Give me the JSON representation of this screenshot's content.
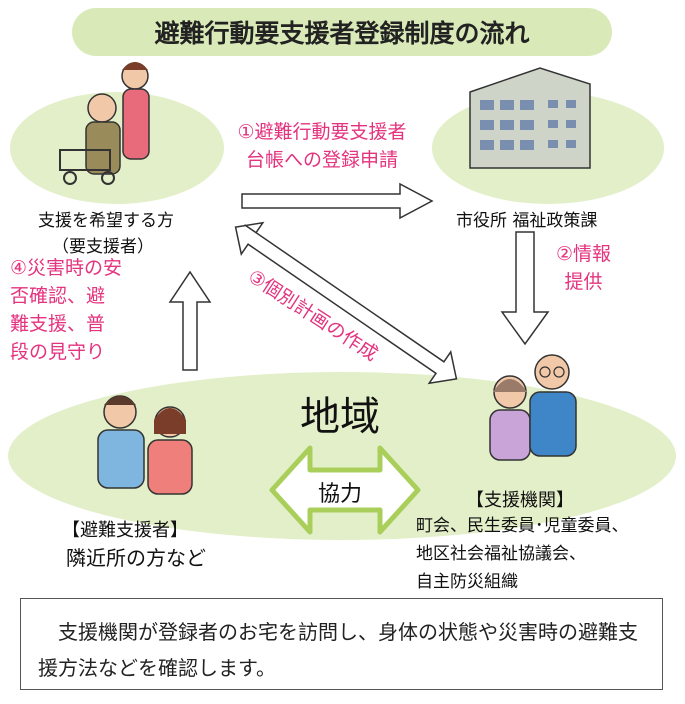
{
  "title": "避難行動要支援者登録制度の流れ",
  "nodes": {
    "applicant": {
      "label": "支援を希望する方",
      "sub": "（要支援者）"
    },
    "city": {
      "label": "市役所 福祉政策課"
    },
    "org": {
      "label": "【支援機関】",
      "members": [
        "町会、民生委員･児童委員、",
        "地区社会福祉協議会、",
        "自主防災組織"
      ]
    },
    "supporter": {
      "label": "【避難支援者】",
      "sub": "隣近所の方など"
    }
  },
  "region": "地域",
  "cooperation": "協力",
  "steps": {
    "step1": {
      "lines": [
        "①避難行動要支援者",
        "台帳への登録申請"
      ]
    },
    "step2": {
      "lines": [
        "②情報",
        "提供"
      ]
    },
    "step3": {
      "text": "③個別計画の作成"
    },
    "step4": {
      "lines": [
        "④災害時の安",
        "否確認、避",
        "難支援、普",
        "段の見守り"
      ]
    }
  },
  "note": "支援機関が登録者のお宅を訪問し、身体の状態や災害時の避難支援方法などを確認します。",
  "colors": {
    "accent": "#e4337f",
    "green_fill": "#e3efc9",
    "title_fill": "#d9eab8",
    "arrow_green": "#a9cf5a"
  }
}
